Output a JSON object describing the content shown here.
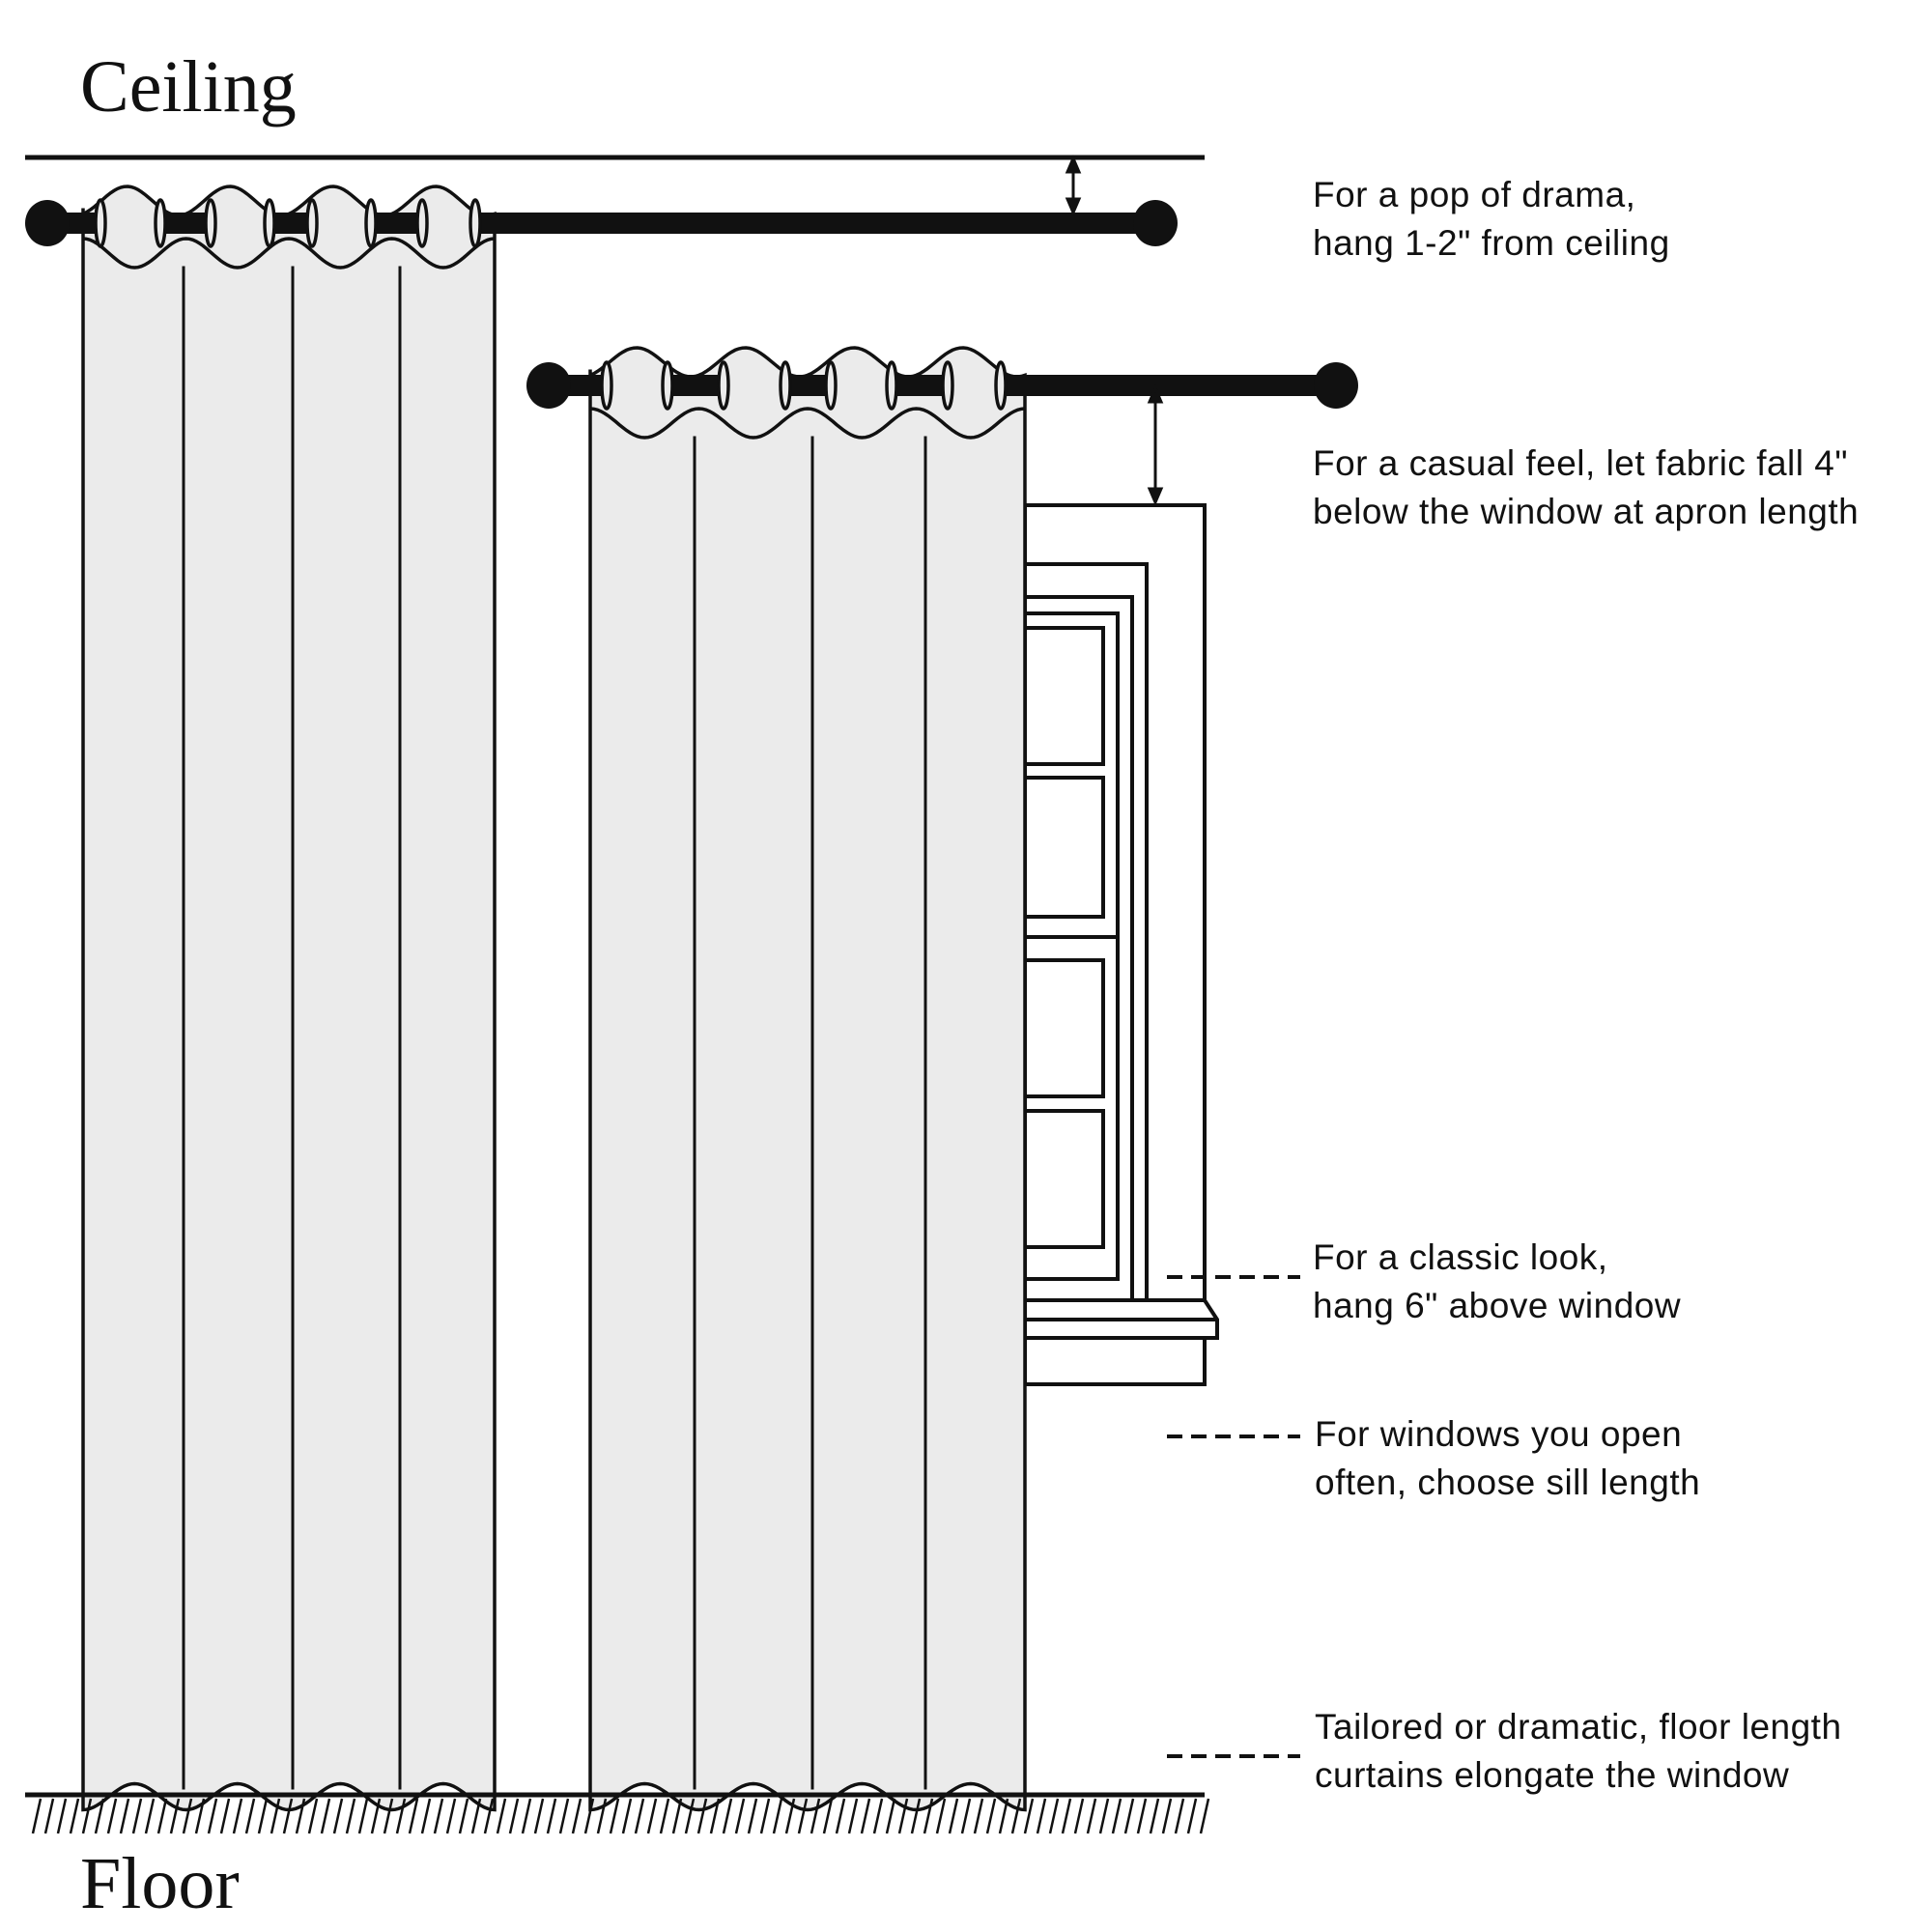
{
  "labels": {
    "ceiling": "Ceiling",
    "floor": "Floor"
  },
  "annotations": [
    {
      "lines": [
        "For a pop of drama,",
        "hang 1-2\" from ceiling"
      ]
    },
    {
      "lines": [
        "For a casual feel, let fabric fall 4\"",
        "below the window at apron length"
      ]
    },
    {
      "lines": [
        "For a classic look,",
        "hang 6\" above window"
      ]
    },
    {
      "lines": [
        "For windows you open",
        "often, choose sill length"
      ]
    },
    {
      "lines": [
        "Tailored or dramatic, floor length",
        "curtains elongate the window"
      ]
    }
  ],
  "colors": {
    "line": "#111111",
    "fabric": "#ebebeb",
    "background": "#ffffff"
  }
}
